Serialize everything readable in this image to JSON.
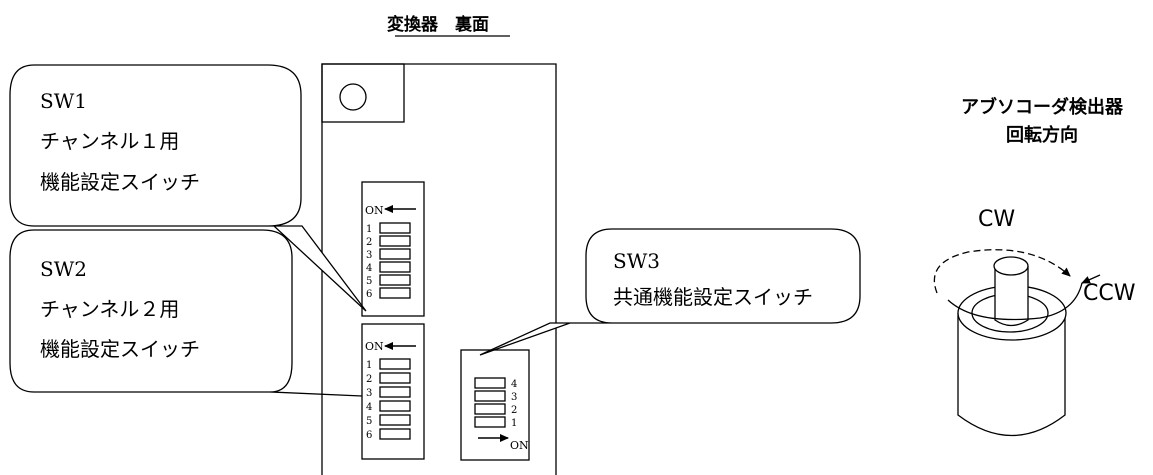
{
  "converter": {
    "title": "変換器　裏面"
  },
  "callouts": {
    "sw1": {
      "line1": "SW1",
      "line2": "チャンネル１用",
      "line3": "機能設定スイッチ"
    },
    "sw2": {
      "line1": "SW2",
      "line2": "チャンネル２用",
      "line3": "機能設定スイッチ"
    },
    "sw3": {
      "line1": "SW3",
      "line2": "共通機能設定スイッチ"
    }
  },
  "switches": {
    "on_label": "ON",
    "sw1_positions": [
      "1",
      "2",
      "3",
      "4",
      "5",
      "6"
    ],
    "sw2_positions": [
      "1",
      "2",
      "3",
      "4",
      "5",
      "6"
    ],
    "sw3_positions": [
      "4",
      "3",
      "2",
      "1"
    ]
  },
  "encoder": {
    "title_line1": "アブソコーダ検出器",
    "title_line2": "回転方向",
    "cw_label": "CW",
    "ccw_label": "CCW"
  }
}
